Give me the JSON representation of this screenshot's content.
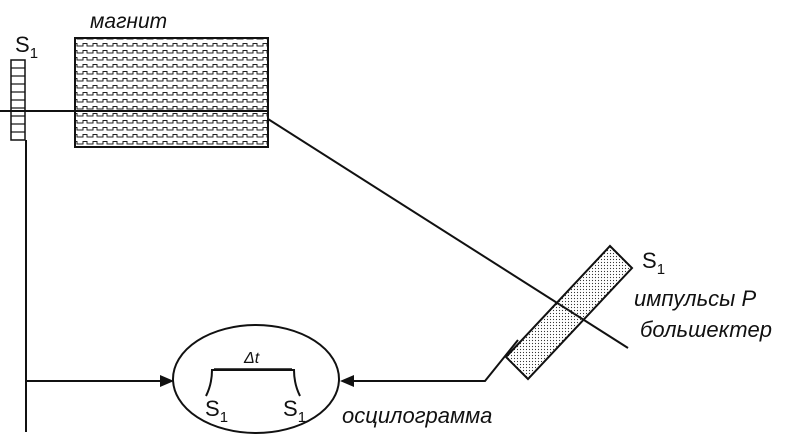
{
  "labels": {
    "magnet": "магнит",
    "detector_top": "S",
    "detector_top_sub": "1",
    "detector_right": "S",
    "detector_right_sub": "1",
    "pulses_line1": "импульсы Р",
    "pulses_line2": "большектер",
    "delta_t": "Δt",
    "osc_left": "S",
    "osc_left_sub": "1",
    "osc_right": "S",
    "osc_right_sub": "1",
    "oscillogram": "осцилограмма"
  },
  "colors": {
    "line": "#111111",
    "background": "#ffffff"
  }
}
